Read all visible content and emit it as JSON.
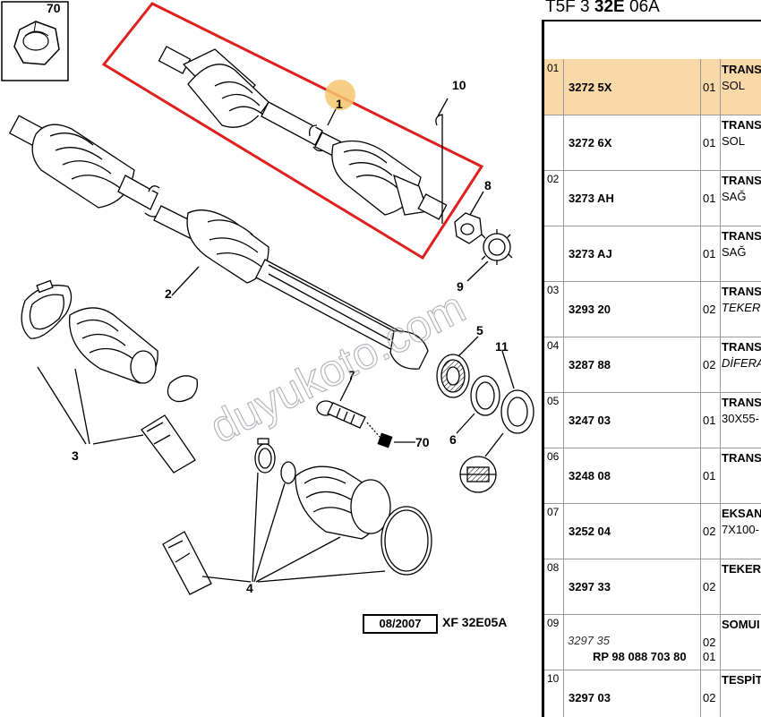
{
  "diagram": {
    "callouts": [
      "70",
      "10",
      "1",
      "8",
      "9",
      "2",
      "5",
      "11",
      "3",
      "7",
      "70",
      "6",
      "4"
    ],
    "watermark": "duyukoto.com",
    "footer_date": "08/2007",
    "footer_ref": "XF 32E05A"
  },
  "header": {
    "title_pre": "T5F 3 ",
    "title_bold": "32E",
    "title_post": " 06A"
  },
  "rows": [
    {
      "idx": "01",
      "ref": "3272 5X",
      "qty": "01",
      "desc1": "TRANS",
      "desc2": "SOL"
    },
    {
      "idx": "",
      "ref": "3272 6X",
      "qty": "01",
      "desc1": "TRANS",
      "desc2": "SOL"
    },
    {
      "idx": "02",
      "ref": "3273 AH",
      "qty": "01",
      "desc1": "TRANS",
      "desc2": "SAĞ"
    },
    {
      "idx": "",
      "ref": "3273 AJ",
      "qty": "01",
      "desc1": "TRANS",
      "desc2": "SAĞ"
    },
    {
      "idx": "03",
      "ref": "3293 20",
      "qty": "02",
      "desc1": "TRANS",
      "desc2": "TEKER"
    },
    {
      "idx": "04",
      "ref": "3287 88",
      "qty": "02",
      "desc1": "TRANS",
      "desc2": "DİFERA"
    },
    {
      "idx": "05",
      "ref": "3247 03",
      "qty": "01",
      "desc1": "TRANS",
      "desc2": "30X55-"
    },
    {
      "idx": "06",
      "ref": "3248 08",
      "qty": "01",
      "desc1": "TRANS",
      "desc2": ""
    },
    {
      "idx": "07",
      "ref": "3252 04",
      "qty": "02",
      "desc1": "EKSAN",
      "desc2": "7X100-"
    },
    {
      "idx": "08",
      "ref": "3297 33",
      "qty": "02",
      "desc1": "TEKER",
      "desc2": ""
    },
    {
      "idx": "09",
      "ref": "",
      "qty": "02",
      "qty2": "01",
      "desc1": "SOMUI",
      "desc2": "",
      "ref_alt": "3297 35",
      "ref_rp": "RP 98 088 703 80"
    },
    {
      "idx": "10",
      "ref": "3297 03",
      "qty": "02",
      "desc1": "TESPİT",
      "desc2": ""
    }
  ]
}
